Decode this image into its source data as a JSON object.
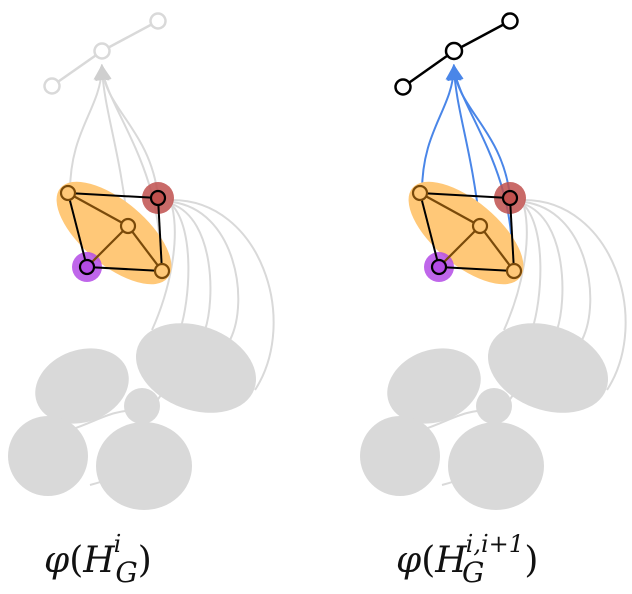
{
  "panels": [
    {
      "id": "left",
      "caption": {
        "func": "φ",
        "open": "(",
        "base": "H",
        "sup": "i",
        "sub": "G",
        "close": ")"
      },
      "top_path_state": "faded",
      "edges_to_top_state": "faded"
    },
    {
      "id": "right",
      "caption": {
        "func": "φ",
        "open": "(",
        "base": "H",
        "sup": "i,i+1",
        "sub": "G",
        "close": ")"
      },
      "top_path_state": "active",
      "edges_to_top_state": "highlighted"
    }
  ],
  "colors": {
    "faded": "#d9d9d9",
    "blob": "#d9d9d9",
    "active_node_stroke": "#000000",
    "highlight_edge": "#4a86e8",
    "cluster_fill": "#ffc878",
    "cluster_edge": "#7a4a0a",
    "red_node_halo": "#c0504d",
    "purple_node_halo": "#b44be6"
  }
}
